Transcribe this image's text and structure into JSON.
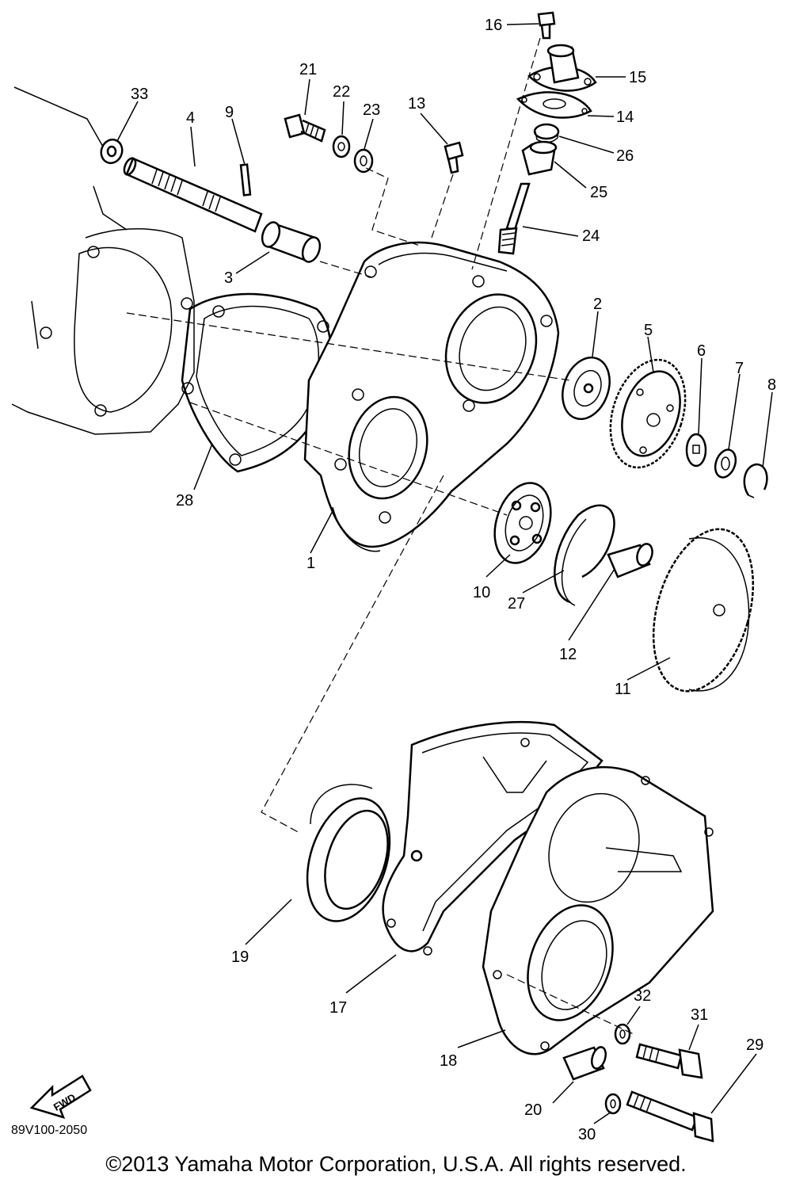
{
  "labels": {
    "p1": "1",
    "p2": "2",
    "p3": "3",
    "p4": "4",
    "p5": "5",
    "p6": "6",
    "p7": "7",
    "p8": "8",
    "p9": "9",
    "p10": "10",
    "p11": "11",
    "p12": "12",
    "p13": "13",
    "p14": "14",
    "p15": "15",
    "p16": "16",
    "p17": "17",
    "p18": "18",
    "p19": "19",
    "p20": "20",
    "p21": "21",
    "p22": "22",
    "p23": "23",
    "p24": "24",
    "p25": "25",
    "p26": "26",
    "p27": "27",
    "p28": "28",
    "p29": "29",
    "p30": "30",
    "p31": "31",
    "p32": "32",
    "p33": "33"
  },
  "fwd": "FWD",
  "diagram_code": "89V100-2050",
  "copyright": "©2013 Yamaha Motor Corporation, U.S.A. All rights reserved."
}
